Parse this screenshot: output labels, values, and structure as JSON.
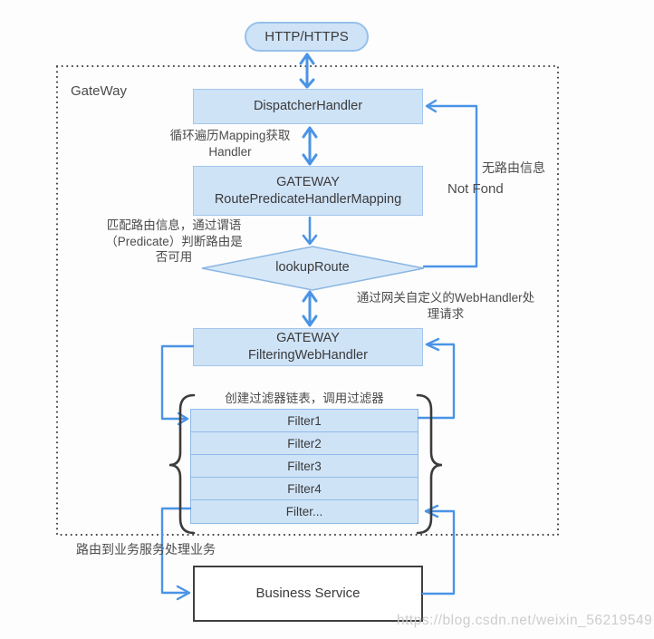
{
  "watermark": "https://blog.csdn.net/weixin_56219549",
  "gateway": {
    "label": "GateWay"
  },
  "nodes": {
    "http": "HTTP/HTTPS",
    "dispatcher": "DispatcherHandler",
    "route_mapping": "GATEWAY\nRoutePredicateHandlerMapping",
    "lookup_route": "lookupRoute",
    "filtering": "GATEWAY\nFilteringWebHandler",
    "business": "Business Service"
  },
  "filters": {
    "title": "创建过滤器链表，调用过滤器",
    "items": [
      "Filter1",
      "Filter2",
      "Filter3",
      "Filter4",
      "Filter..."
    ]
  },
  "annotations": {
    "loop_mapping": "循环遍历Mapping获取\nHandler",
    "match_route": "匹配路由信息，通过谓语\n（Predicate）判断路由是\n否可用",
    "no_route_cn": "无路由信息",
    "no_route_en": "Not Fond",
    "web_handler": "通过网关自定义的WebHandler处\n理请求",
    "route_to_business": "路由到业务服务处理业务"
  },
  "colors": {
    "node_fill": "#cfe3f7",
    "node_border": "#a3c6ec",
    "arrow_blue": "#4a94e6",
    "dashed_border": "#3b3b3b",
    "diamond_fill": "#d6e7f8"
  }
}
